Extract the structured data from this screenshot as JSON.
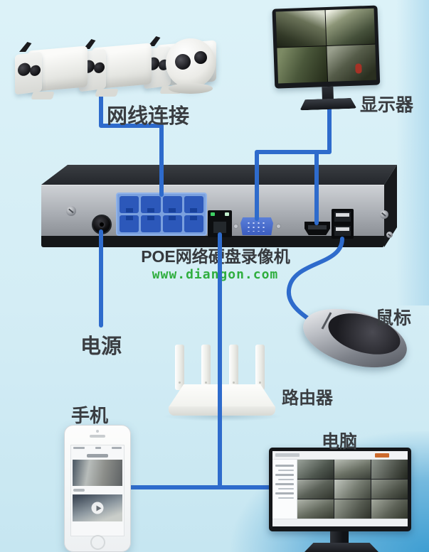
{
  "labels": {
    "network_cable": "网线连接",
    "display": "显示器",
    "nvr": "POE网络硬盘录像机",
    "watermark": "www.diangon.com",
    "power": "电源",
    "mouse": "鼠标",
    "router": "路由器",
    "phone": "手机",
    "computer": "电脑"
  },
  "colors": {
    "background": "#d4edf5",
    "cable": "#2e6bcc",
    "watermark_green": "#2fae3e",
    "label_text": "#3a3d41",
    "poe_block_blue": "#2c58ba",
    "corner_blue": "#3e9ed2"
  },
  "devices": {
    "bullet_camera_count": 3,
    "dome_camera_count": 1,
    "nvr_ports": [
      "dc-power-jack",
      "poe-port-x8",
      "lan-port",
      "vga-port",
      "hdmi-port",
      "usb-port-x2"
    ]
  },
  "connections": [
    {
      "from": "cameras",
      "to": "nvr-poe-ports",
      "label": "网线连接"
    },
    {
      "from": "monitor",
      "to": "nvr-vga-port"
    },
    {
      "from": "monitor",
      "to": "nvr-hdmi-port"
    },
    {
      "from": "nvr-usb-port",
      "to": "mouse"
    },
    {
      "from": "nvr-power-jack",
      "to": "power"
    },
    {
      "from": "nvr-lan-port",
      "to": "router"
    },
    {
      "from": "router",
      "to": "phone"
    },
    {
      "from": "router",
      "to": "computer"
    }
  ]
}
